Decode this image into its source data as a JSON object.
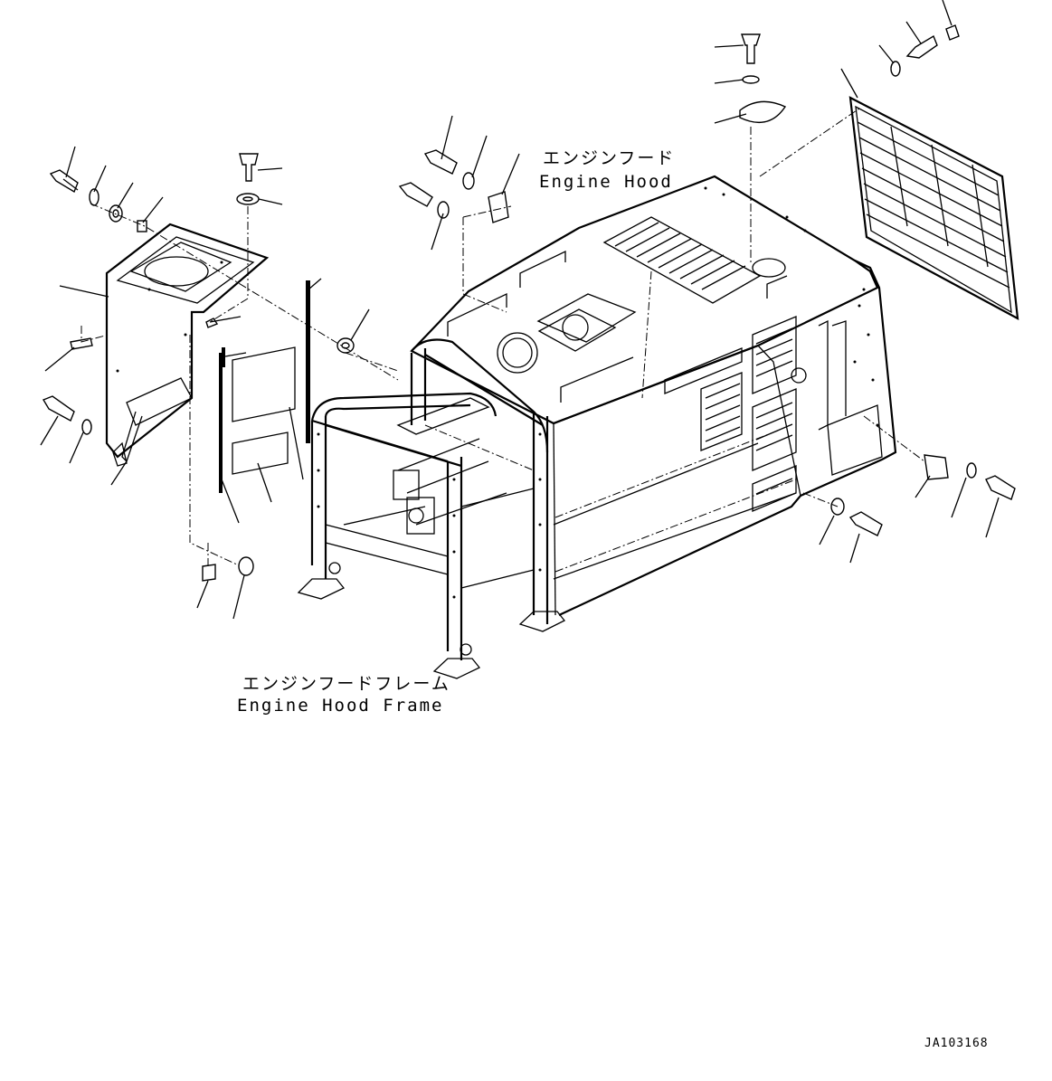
{
  "labels": {
    "engine_hood_jp": "エンジンフード",
    "engine_hood_en": "Engine Hood",
    "engine_hood_frame_jp": "エンジンフードフレーム",
    "engine_hood_frame_en": "Engine Hood Frame",
    "drawing_code": "JA103168"
  }
}
